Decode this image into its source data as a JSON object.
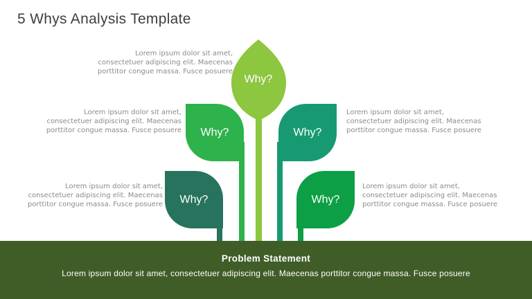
{
  "title": "5 Whys Analysis Template",
  "whys": [
    {
      "label": "Why?",
      "color": "#8dc63f",
      "lines": [
        "Lorem ipsum dolor sit amet,",
        "consectetuer adipiscing elit. Maecenas",
        "porttitor congue massa. Fusce posuere"
      ]
    },
    {
      "label": "Why?",
      "color": "#2eb24c",
      "lines": [
        "Lorem ipsum dolor sit amet,",
        "consectetuer adipiscing elit. Maecenas",
        "porttitor congue massa. Fusce posuere"
      ]
    },
    {
      "label": "Why?",
      "color": "#179a72",
      "lines": [
        "Lorem ipsum dolor sit amet,",
        "consectetuer adipiscing elit. Maecenas",
        "porttitor congue massa. Fusce posuere"
      ]
    },
    {
      "label": "Why?",
      "color": "#28735e",
      "lines": [
        "Lorem ipsum dolor sit amet,",
        "consectetuer adipiscing elit. Maecenas",
        "porttitor congue massa. Fusce posuere"
      ]
    },
    {
      "label": "Why?",
      "color": "#0d9f45",
      "lines": [
        "Lorem ipsum dolor sit amet,",
        "consectetuer adipiscing elit. Maecenas",
        "porttitor congue massa. Fusce posuere"
      ]
    }
  ],
  "problem_statement": {
    "heading": "Problem Statement",
    "text": "Lorem ipsum dolor sit amet, consectetuer adipiscing elit. Maecenas porttitor congue massa. Fusce posuere",
    "bar_color": "#405d28"
  }
}
